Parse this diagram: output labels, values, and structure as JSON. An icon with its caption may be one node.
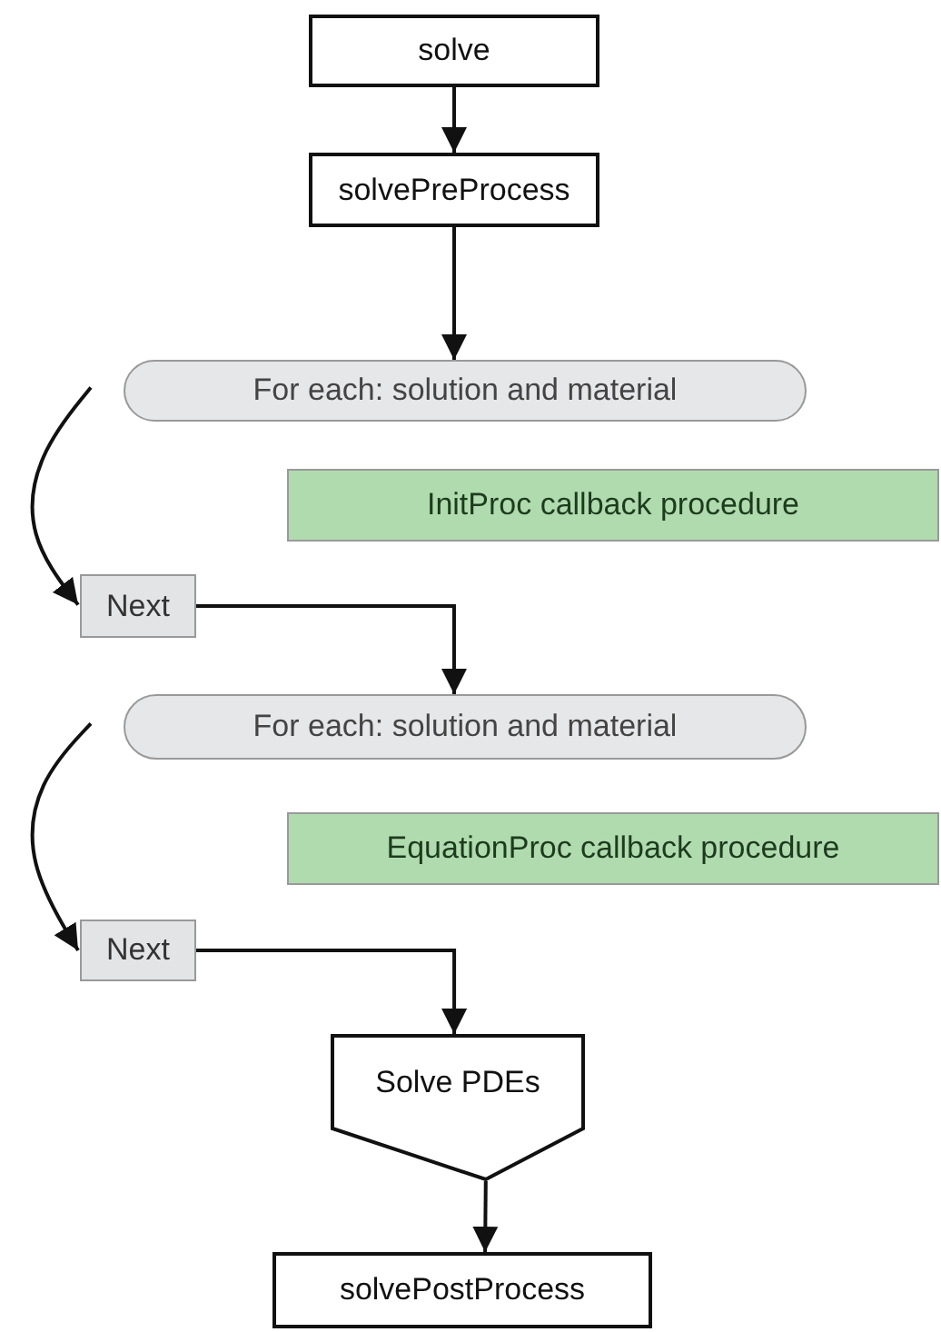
{
  "diagram": {
    "nodes": [
      {
        "text": [
          "solve"
        ]
      },
      {
        "text": [
          "solvePreProcess"
        ]
      },
      {
        "text": [
          "For each: solution and material"
        ]
      },
      {
        "text": [
          "InitProc callback procedure"
        ]
      },
      {
        "text": [
          "Next"
        ]
      },
      {
        "text": [
          "For each: solution and material"
        ]
      },
      {
        "text": [
          "EquationProc callback procedure"
        ]
      },
      {
        "text": [
          "Next"
        ]
      },
      {
        "text": [
          "Solve PDEs"
        ]
      },
      {
        "text": [
          "solvePostProcess"
        ]
      }
    ],
    "edges": [
      {
        "from": 0,
        "to": 1,
        "arrow": "to"
      },
      {
        "from": 1,
        "to": 2,
        "arrow": "to"
      },
      {
        "from": 2,
        "to": 4,
        "arrow": "to"
      },
      {
        "from": 4,
        "to": 5,
        "arrow": "to"
      },
      {
        "from": 5,
        "to": 7,
        "arrow": "to"
      },
      {
        "from": 7,
        "to": 8,
        "arrow": "to"
      },
      {
        "from": 8,
        "to": 9,
        "arrow": "to"
      }
    ]
  }
}
